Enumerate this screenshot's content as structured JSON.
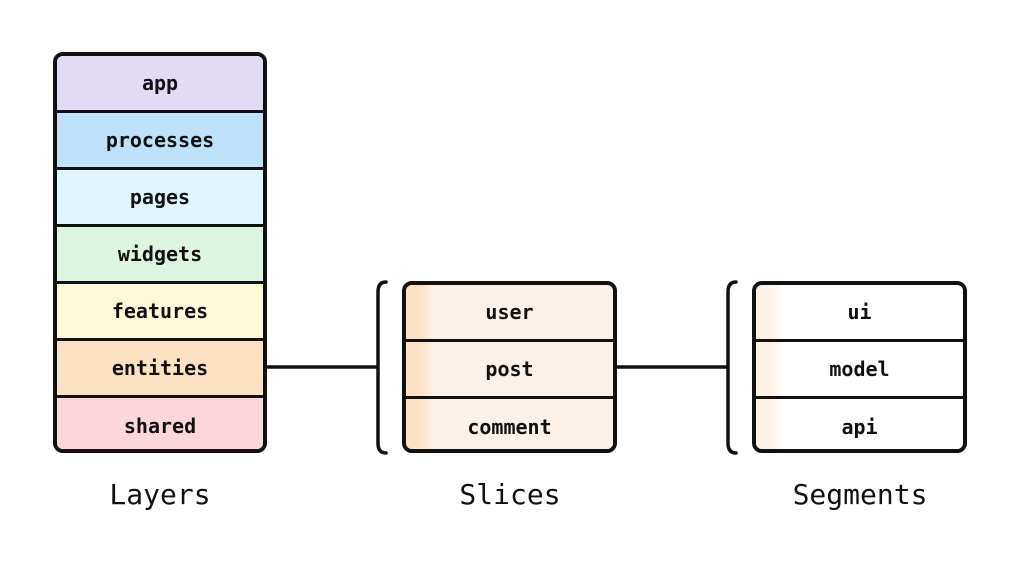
{
  "layers": {
    "items": [
      {
        "label": "app",
        "color": "#e3dbf6"
      },
      {
        "label": "processes",
        "color": "#bfe0f9"
      },
      {
        "label": "pages",
        "color": "#def6fc"
      },
      {
        "label": "widgets",
        "color": "#dcf5e0"
      },
      {
        "label": "features",
        "color": "#fcf8d8"
      },
      {
        "label": "entities",
        "color": "#fde1c3"
      },
      {
        "label": "shared",
        "color": "#fbd6da"
      }
    ],
    "caption": "Layers"
  },
  "slices": {
    "items": [
      {
        "label": "user"
      },
      {
        "label": "post"
      },
      {
        "label": "comment"
      }
    ],
    "fill_color": "#fcf1e8",
    "stripe_color": "#fce1c6",
    "caption": "Slices"
  },
  "segments": {
    "items": [
      {
        "label": "ui"
      },
      {
        "label": "model"
      },
      {
        "label": "api"
      }
    ],
    "fill_color": "#ffffff",
    "stripe_color": "#fdf2e6",
    "caption": "Segments"
  },
  "line_color": "#111111"
}
